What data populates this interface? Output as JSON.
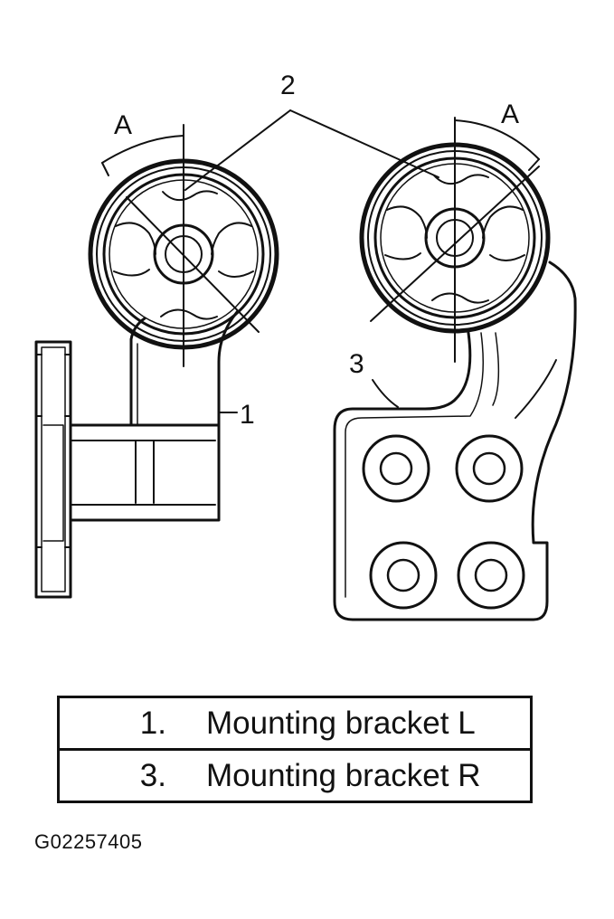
{
  "callouts": {
    "part_2": "2",
    "view_a_left": "A",
    "view_a_right": "A",
    "part_1": "1",
    "part_3": "3"
  },
  "legend": {
    "rows": [
      {
        "number": "1.",
        "label": "Mounting bracket L"
      },
      {
        "number": "3.",
        "label": "Mounting bracket R"
      }
    ]
  },
  "figure_code": "G02257405",
  "colors": {
    "ink": "#111111",
    "background": "#ffffff"
  }
}
